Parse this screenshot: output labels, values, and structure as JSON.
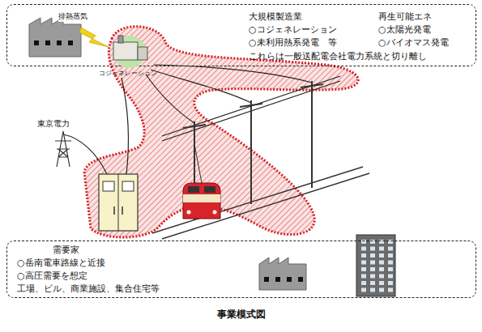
{
  "diagram": {
    "caption": "事業模式図",
    "nodes": [
      {
        "text": [
          "大規模製造業",
          "○コジェネレーション",
          "○未利用熱系発電　等",
          "再生可能エネ",
          "○太陽光発電",
          "○バイオマス発電",
          "これらは一般送配電会社電力系統と切り離し"
        ]
      },
      {
        "text": [
          "コジェネレーション"
        ]
      },
      {
        "text": [
          "需要家",
          "○岳南電車路線と近接",
          "○高圧需要を想定",
          "工場、ビル、商業施設、集合住宅等"
        ]
      }
    ],
    "labels": [
      "排熱蒸気",
      "東京電力"
    ]
  }
}
